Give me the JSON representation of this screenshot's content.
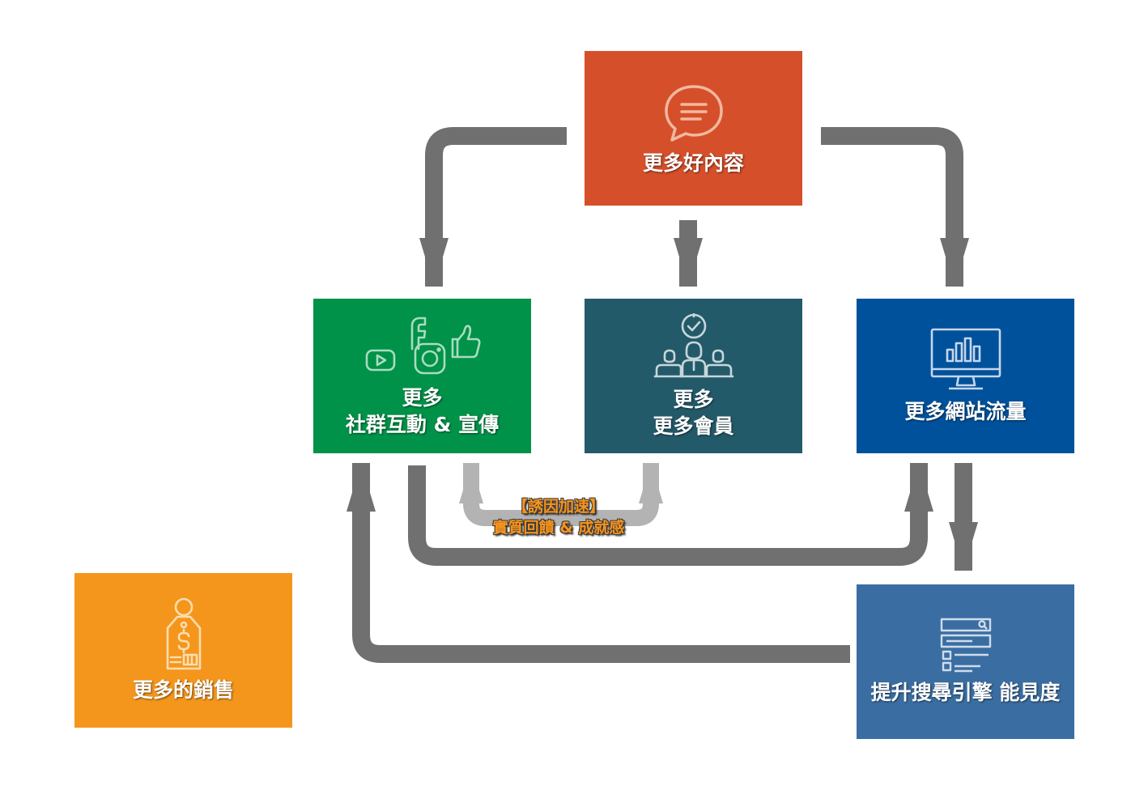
{
  "nodes": {
    "content": {
      "label": "更多好內容",
      "color": "#d5502a",
      "icon": "chat-bubble-icon"
    },
    "social": {
      "line1": "更多",
      "line2": "社群互動 & 宣傳",
      "color": "#009248",
      "icon": "social-media-icon"
    },
    "members": {
      "line1": "更多",
      "line2": "更多會員",
      "color": "#235a6a",
      "icon": "members-icon"
    },
    "traffic": {
      "label": "更多網站流量",
      "color": "#00519b",
      "icon": "analytics-monitor-icon"
    },
    "seo": {
      "label": "提升搜尋引擎 能見度",
      "color": "#3a6ea2",
      "icon": "search-results-icon"
    },
    "sales": {
      "label": "更多的銷售",
      "color": "#f5961c",
      "icon": "price-tag-icon"
    }
  },
  "incentive": {
    "line1": "【誘因加速】",
    "line2": "實質回饋 & 成就感",
    "color": "#f7941d"
  },
  "arrow_color": "#707070",
  "light_arrow_color": "#b3b3b3"
}
